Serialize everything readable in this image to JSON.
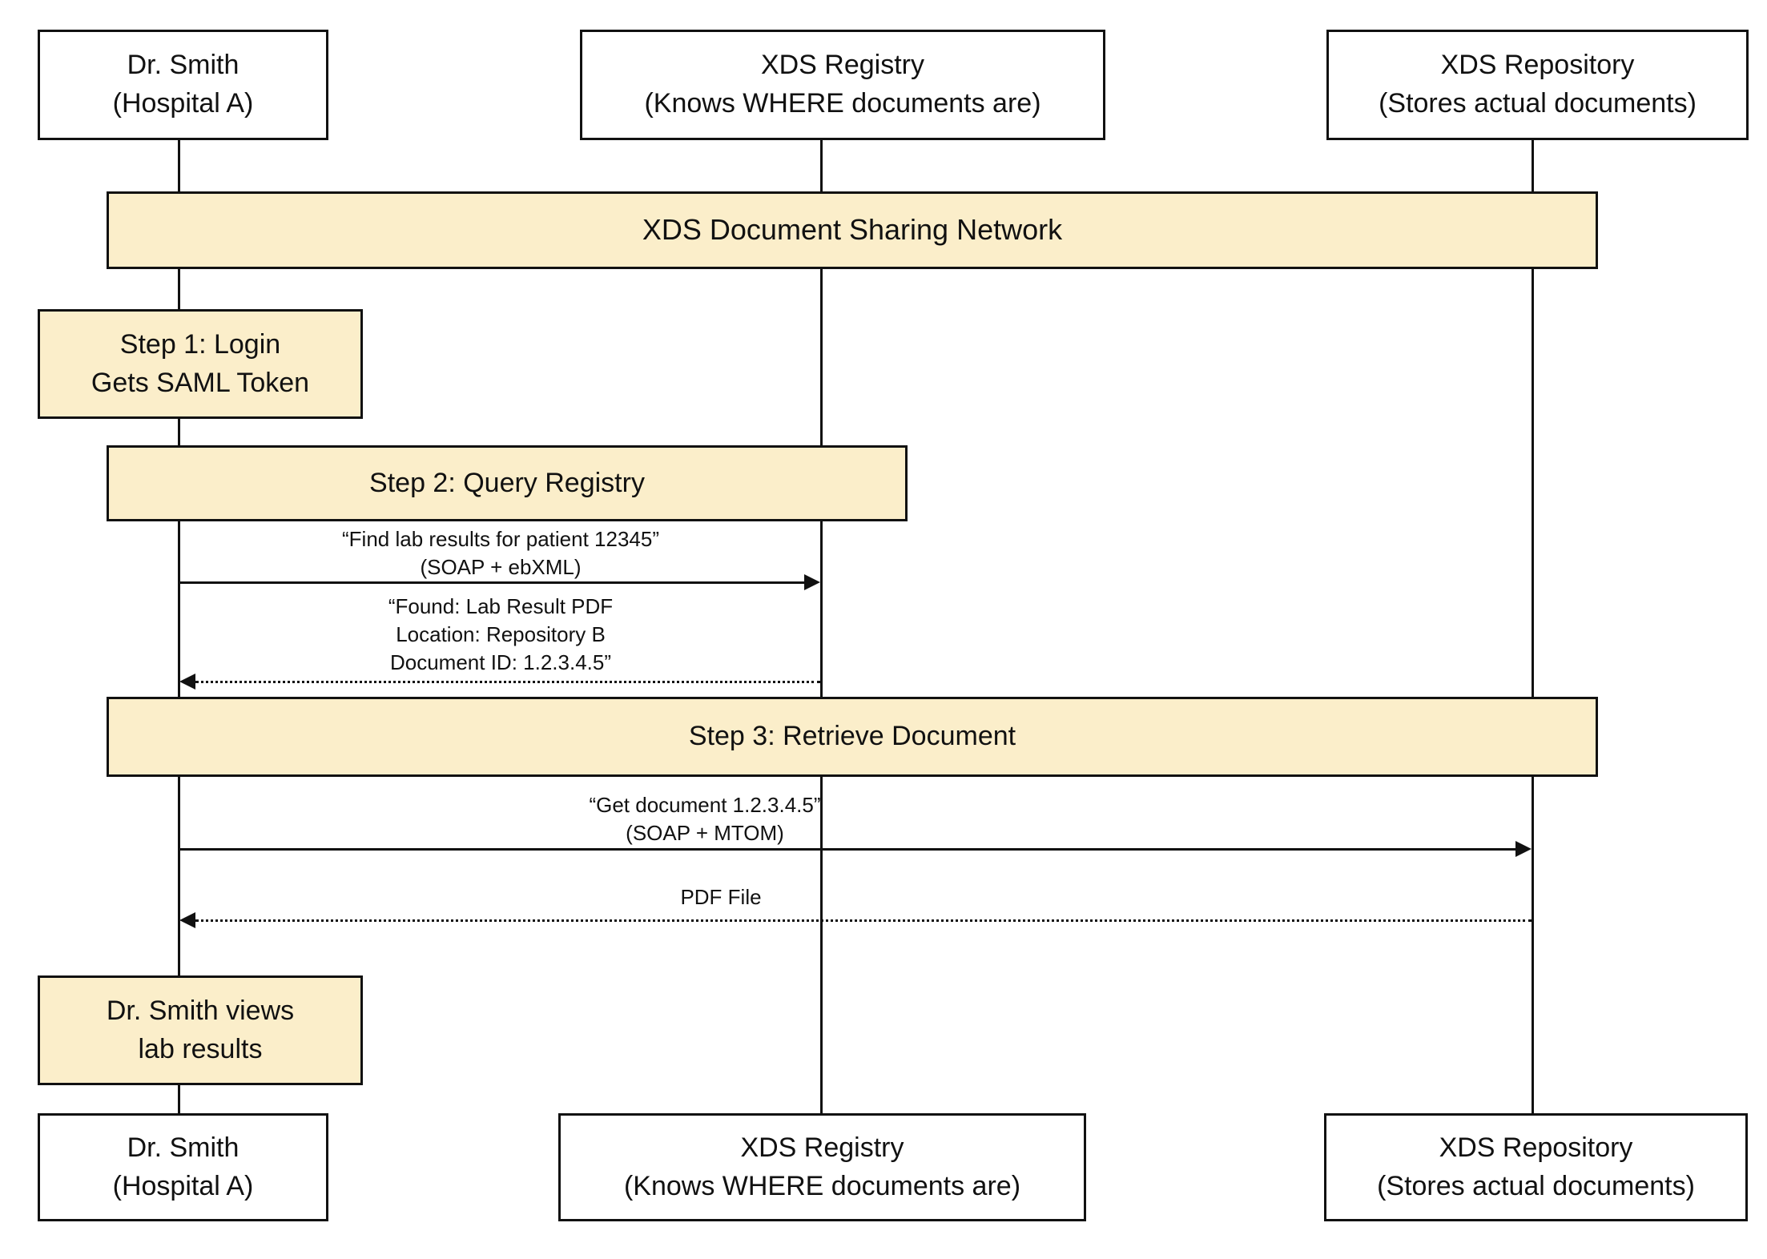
{
  "colors": {
    "highlight_fill": "#FBEECA",
    "line": "#111111",
    "background": "#FFFFFF"
  },
  "actors": [
    {
      "id": "dr-smith",
      "label": "Dr. Smith\n(Hospital A)"
    },
    {
      "id": "xds-registry",
      "label": "XDS Registry\n(Knows WHERE documents are)"
    },
    {
      "id": "xds-repository",
      "label": "XDS Repository\n(Stores actual documents)"
    }
  ],
  "banner": {
    "label": "XDS Document Sharing Network"
  },
  "steps": [
    {
      "id": "step-1",
      "label": "Step 1: Login\nGets SAML Token"
    },
    {
      "id": "step-2",
      "label": "Step 2: Query Registry"
    },
    {
      "id": "step-3",
      "label": "Step 3: Retrieve Document"
    }
  ],
  "note": {
    "label": "Dr. Smith views\nlab results"
  },
  "messages": [
    {
      "id": "query-request",
      "from": "Dr. Smith",
      "to": "XDS Registry",
      "style": "solid",
      "label": "“Find lab results for patient 12345”\n(SOAP + ebXML)"
    },
    {
      "id": "query-response",
      "from": "XDS Registry",
      "to": "Dr. Smith",
      "style": "dotted",
      "label": "“Found: Lab Result PDF\nLocation: Repository B\nDocument ID: 1.2.3.4.5”"
    },
    {
      "id": "retrieve-request",
      "from": "Dr. Smith",
      "to": "XDS Repository",
      "style": "solid",
      "label": "“Get document 1.2.3.4.5”\n(SOAP + MTOM)"
    },
    {
      "id": "retrieve-response",
      "from": "XDS Repository",
      "to": "Dr. Smith",
      "style": "dotted",
      "label": "PDF File"
    }
  ]
}
